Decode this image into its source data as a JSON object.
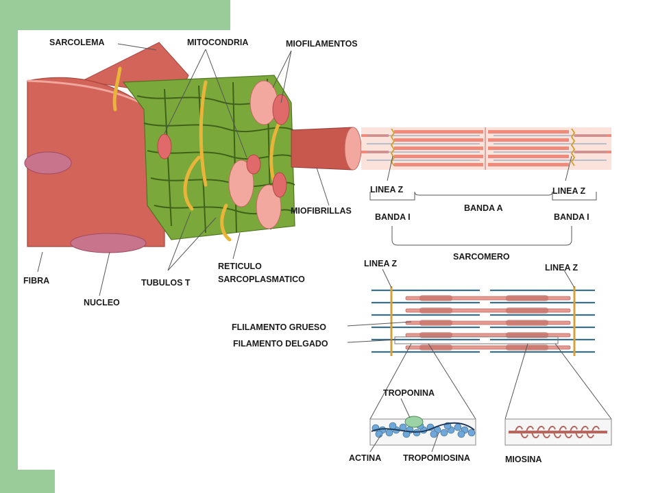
{
  "colors": {
    "slide_green": "#99cc99",
    "muscle": "#d2645a",
    "muscle_dark": "#a8443c",
    "reticulum": "#6b9a2e",
    "t_tubule": "#e8b53a",
    "myofilament": "#f2a89e",
    "thick": "#e69a92",
    "thin": "#3a6f8a",
    "actin": "#6fa8d8",
    "troponin": "#9bd3a6",
    "myosin": "#e8a896"
  },
  "labels": {
    "sarcolema": "SARCOLEMA",
    "mitocondria": "MITOCONDRIA",
    "miofilamentos": "MIOFILAMENTOS",
    "miofibrillas": "MIOFIBRILLAS",
    "fibra": "FIBRA",
    "nucleo": "NUCLEO",
    "tubulos_t": "TUBULOS T",
    "reticulo_line1": "RETICULO",
    "reticulo_line2": "SARCOPLASMATICO",
    "linea_z_left": "LINEA Z",
    "linea_z_right": "LINEA Z",
    "banda_a": "BANDA A",
    "banda_i_left": "BANDA I",
    "banda_i_right": "BANDA I",
    "sarcomero": "SARCOMERO",
    "linea_z_lower_left": "LINEA Z",
    "linea_z_lower_right": "LINEA Z",
    "filamento_grueso": "FLILAMENTO GRUESO",
    "filamento_delgado": "FILAMENTO DELGADO",
    "troponina": "TROPONINA",
    "actina": "ACTINA",
    "tropomiosina": "TROPOMIOSINA",
    "miosina": "MIOSINA"
  }
}
